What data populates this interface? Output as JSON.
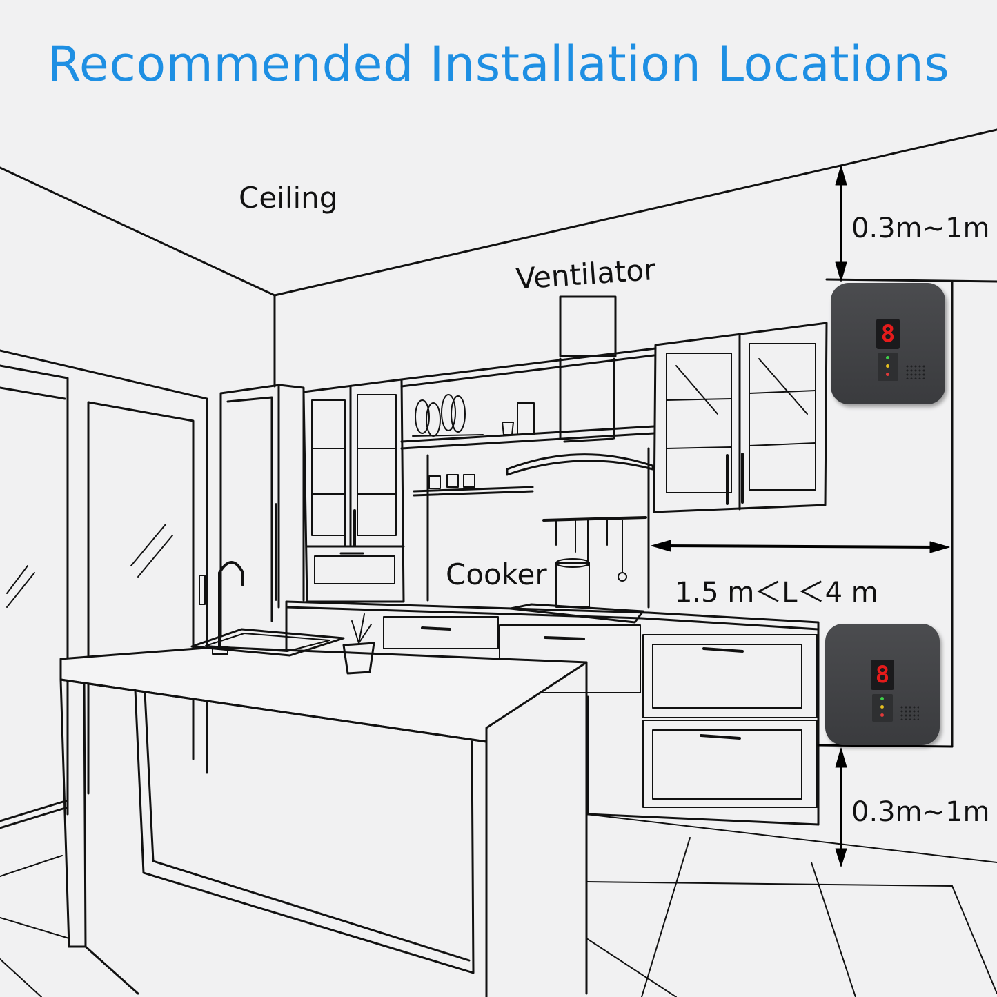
{
  "title": "Recommended Installation Locations",
  "labels": {
    "ceiling": "Ceiling",
    "ventilator": "Ventilator",
    "cooker": "Cooker"
  },
  "dimensions": {
    "top_gap": "0.3m~1m",
    "distance": "1.5 m＜L＜4 m",
    "bottom_gap": "0.3m~1m"
  },
  "detector": {
    "display_digit": "8",
    "color": "#3f4043"
  },
  "colors": {
    "title": "#1e8fe3",
    "line": "#111111",
    "background": "#f1f1f2"
  }
}
